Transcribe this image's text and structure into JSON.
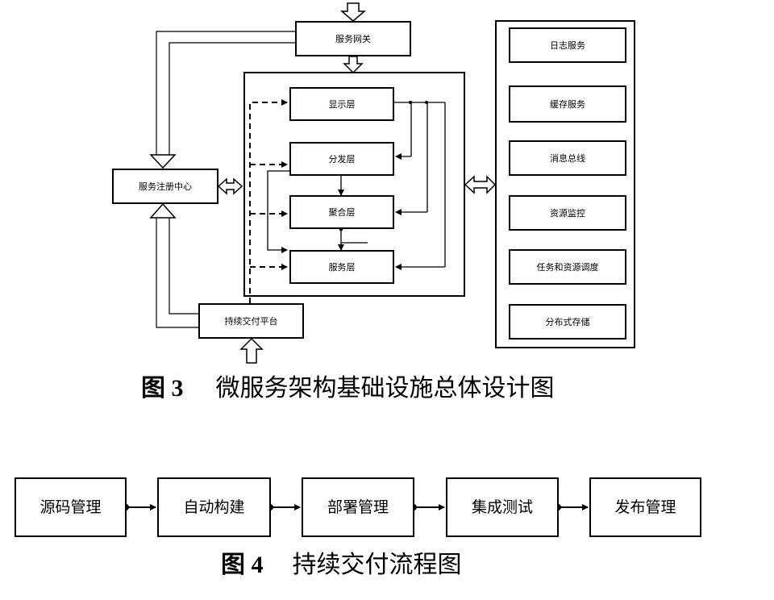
{
  "figure3": {
    "gateway": "服务网关",
    "registry": "服务注册中心",
    "cd_platform": "持续交付平台",
    "layers": {
      "display": "显示层",
      "dispatch": "分发层",
      "aggregate": "聚合层",
      "service": "服务层"
    },
    "infra": [
      "日志服务",
      "缓存服务",
      "消息总线",
      "资源监控",
      "任务和资源调度",
      "分布式存储"
    ],
    "caption_num": "图 3",
    "caption_text": "微服务架构基础设施总体设计图"
  },
  "figure4": {
    "steps": [
      "源码管理",
      "自动构建",
      "部署管理",
      "集成测试",
      "发布管理"
    ],
    "caption_num": "图 4",
    "caption_text": "持续交付流程图"
  }
}
